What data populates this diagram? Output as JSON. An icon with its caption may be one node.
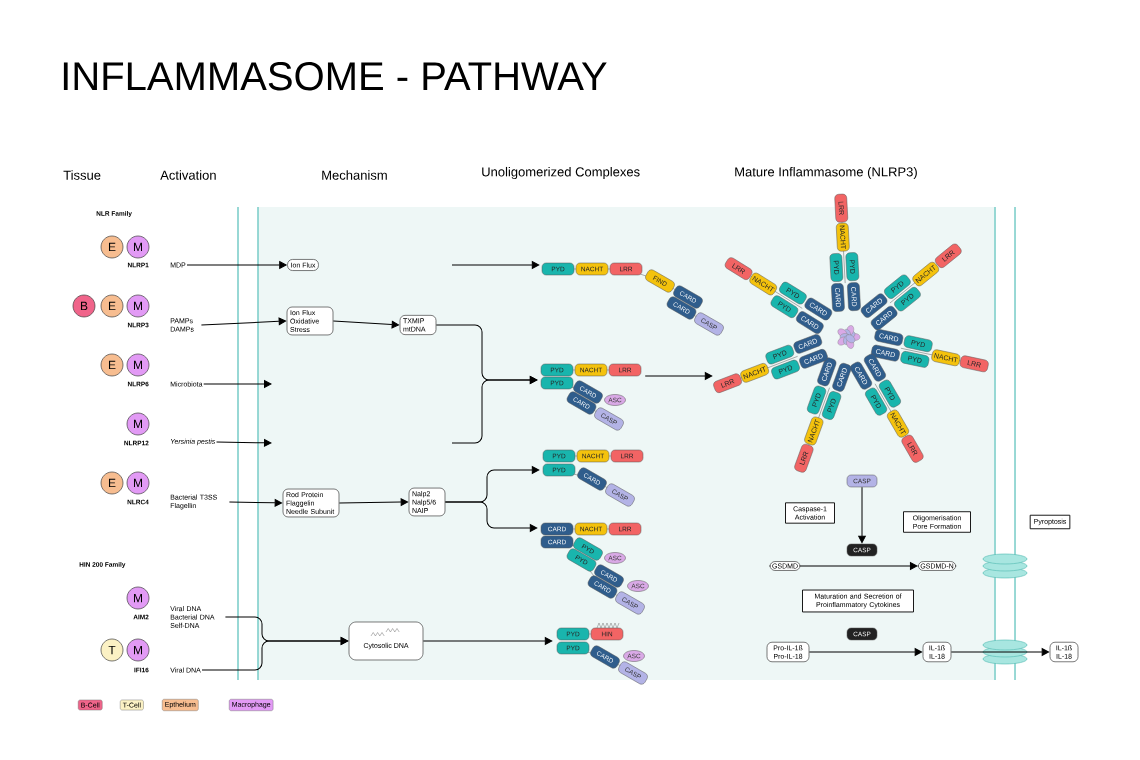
{
  "diagram": {
    "title": "INFLAMMASOME - PATHWAY",
    "nodes": [
      {
        "text": [
          "E"
        ]
      },
      {
        "text": [
          "M"
        ]
      },
      {
        "text": [
          "B"
        ]
      },
      {
        "text": [
          "E"
        ]
      },
      {
        "text": [
          "M"
        ]
      },
      {
        "text": [
          "E"
        ]
      },
      {
        "text": [
          "M"
        ]
      },
      {
        "text": [
          "M"
        ]
      },
      {
        "text": [
          "E"
        ]
      },
      {
        "text": [
          "M"
        ]
      },
      {
        "text": [
          "M"
        ]
      },
      {
        "text": [
          "T"
        ]
      },
      {
        "text": [
          "M"
        ]
      },
      {
        "text": [
          "MDP"
        ]
      },
      {
        "text": [
          "PAMPs DAMPs"
        ]
      },
      {
        "text": [
          "Microbiota"
        ]
      },
      {
        "text": [
          "Yersinia pestis"
        ]
      },
      {
        "text": [
          "Bacterial T3SS Flagellin"
        ]
      },
      {
        "text": [
          "Viral DNA Bacterial DNA Self-DNA"
        ]
      },
      {
        "text": [
          "Viral DNA"
        ]
      },
      {
        "text": [
          "Ion Flux"
        ]
      },
      {
        "text": [
          "Ion Flux Oxidative Stress"
        ]
      },
      {
        "text": [
          "TXMIP mtDNA"
        ]
      },
      {
        "text": [
          "Rod Protein Flaggelin Needle Subunit"
        ]
      },
      {
        "text": [
          "Nalp2 Nalp5/6 NAIP"
        ]
      },
      {
        "text": [
          "Cytosolic DNA"
        ]
      },
      {
        "text": [
          "PYD",
          "NACHT",
          "LRR",
          "FIND",
          "CARD",
          "CARD",
          "CASP"
        ]
      },
      {
        "text": [
          "PYD",
          "NACHT",
          "LRR",
          "PYD",
          "CARD",
          "CARD",
          "ASC",
          "CASP"
        ]
      },
      {
        "text": [
          "PYD",
          "NACHT",
          "LRR",
          "PYD",
          "CARD",
          "CASP"
        ]
      },
      {
        "text": [
          "CARD",
          "NACHT",
          "LRR",
          "CARD",
          "PYD",
          "PYD",
          "ASC",
          "CARD",
          "CARD",
          "ASC",
          "CASP"
        ]
      },
      {
        "text": [
          "PYD",
          "HIN",
          "PYD",
          "CARD",
          "ASC",
          "CASP"
        ]
      },
      {
        "text": [
          "CARD",
          "CARD",
          "PYD",
          "PYD",
          "NACHT",
          "LRR",
          "CARD",
          "CARD",
          "PYD",
          "PYD",
          "NACHT",
          "LRR",
          "CARD",
          "CARD",
          "PYD",
          "PYD",
          "NACHT",
          "LRR",
          "CARD",
          "CARD",
          "PYD",
          "PYD",
          "NACHT",
          "LRR",
          "CARD",
          "CARD",
          "PYD",
          "PYD",
          "NACHT",
          "LRR",
          "CARD",
          "CARD",
          "PYD",
          "PYD",
          "NACHT",
          "LRR",
          "CARD",
          "CARD",
          "PYD",
          "PYD",
          "NACHT",
          "LRR"
        ]
      },
      {
        "text": [
          "CASP"
        ]
      },
      {
        "text": [
          "Caspase-1 Activation"
        ]
      },
      {
        "text": [
          "Oligomerisation Pore Formation"
        ]
      },
      {
        "text": [
          "Pyroptosis"
        ]
      },
      {
        "text": [
          "CASP"
        ]
      },
      {
        "text": [
          "GSDMD"
        ]
      },
      {
        "text": [
          "GSDMD-N"
        ]
      },
      {
        "text": [
          "Maturation and Secretion of Proinflammatory Cytokines"
        ]
      },
      {
        "text": [
          "CASP"
        ]
      },
      {
        "text": [
          "Pro-IL-1ß Pro-IL-18"
        ]
      },
      {
        "text": [
          "IL-1ß IL-18"
        ]
      },
      {
        "text": [
          "IL-1ß IL-18"
        ]
      }
    ],
    "edges": [
      {
        "from": 13,
        "to": 20,
        "arrow": "to"
      },
      {
        "from": 14,
        "to": 21,
        "arrow": "to"
      },
      {
        "from": 21,
        "to": 22,
        "arrow": "to"
      },
      {
        "from": 15,
        "to": null,
        "arrow": "to"
      },
      {
        "from": 16,
        "to": null,
        "arrow": "to"
      },
      {
        "from": 17,
        "to": 23,
        "arrow": "to"
      },
      {
        "from": 23,
        "to": 24,
        "arrow": "to"
      },
      {
        "from": 18,
        "to": 25,
        "arrow": "to"
      },
      {
        "from": 19,
        "to": 25,
        "arrow": "to"
      },
      {
        "from": null,
        "to": 26,
        "arrow": "to"
      },
      {
        "from": 22,
        "to": 27,
        "arrow": "to"
      },
      {
        "from": null,
        "to": 27,
        "arrow": "to"
      },
      {
        "from": 24,
        "to": 28,
        "arrow": "to"
      },
      {
        "from": 24,
        "to": 29,
        "arrow": "to"
      },
      {
        "from": 25,
        "to": 30,
        "arrow": "to"
      },
      {
        "from": 27,
        "to": 31,
        "arrow": "to"
      },
      {
        "from": 32,
        "to": 36,
        "arrow": "to"
      },
      {
        "from": 37,
        "to": 38,
        "arrow": "to"
      },
      {
        "from": 41,
        "to": 42,
        "arrow": "to"
      },
      {
        "from": 42,
        "to": 43,
        "arrow": "to"
      }
    ],
    "labels": [
      "Tissue",
      "Activation",
      "Mechanism",
      "Unoligomerized Complexes",
      "Mature Inflammasome (NLRP3)",
      "NLR Family",
      "NLRP1",
      "NLRP3",
      "NLRP6",
      "NLRP12",
      "NLRC4",
      "HIN 200 Family",
      "AIM2",
      "IFI16"
    ],
    "legend": [
      {
        "text": "B-Cell",
        "color": "#f0648a"
      },
      {
        "text": "T-Cell",
        "color": "#fbf1c4"
      },
      {
        "text": "Epthelium",
        "color": "#f7bd90"
      },
      {
        "text": "Macrophage",
        "color": "#e29af5"
      }
    ]
  }
}
